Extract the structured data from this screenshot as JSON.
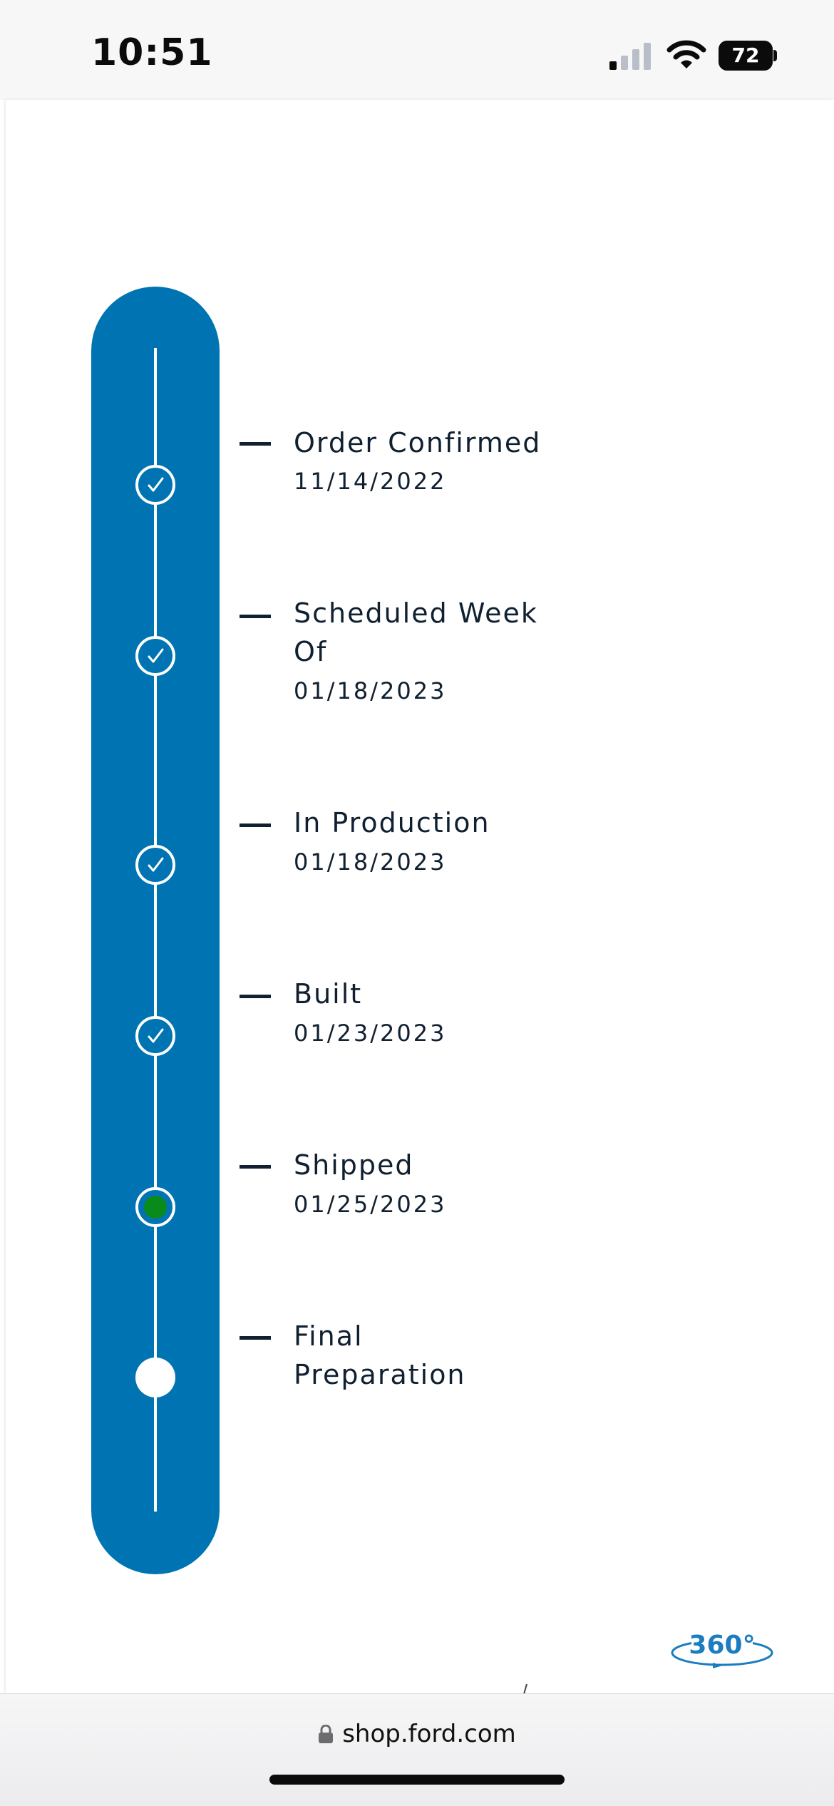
{
  "status_bar": {
    "time": "10:51",
    "battery_level": "72",
    "signal_bars_active": 1,
    "signal_bars_total": 4
  },
  "timeline": {
    "accent_color": "#0074b3",
    "current_color": "#0a8a1a",
    "steps": [
      {
        "label": "Order Confirmed",
        "date": "11/14/2022",
        "status": "complete"
      },
      {
        "label": "Scheduled Week Of",
        "date": "01/18/2023",
        "status": "complete"
      },
      {
        "label": "In Production",
        "date": "01/18/2023",
        "status": "complete"
      },
      {
        "label": "Built",
        "date": "01/23/2023",
        "status": "complete"
      },
      {
        "label": "Shipped",
        "date": "01/25/2023",
        "status": "current"
      },
      {
        "label": "Final Preparation",
        "date": "",
        "status": "pending"
      }
    ]
  },
  "viewer": {
    "badge_label": "360°",
    "badge_icon": "rotate-360-icon"
  },
  "browser": {
    "url": "shop.ford.com",
    "lock_icon": "lock-icon"
  }
}
